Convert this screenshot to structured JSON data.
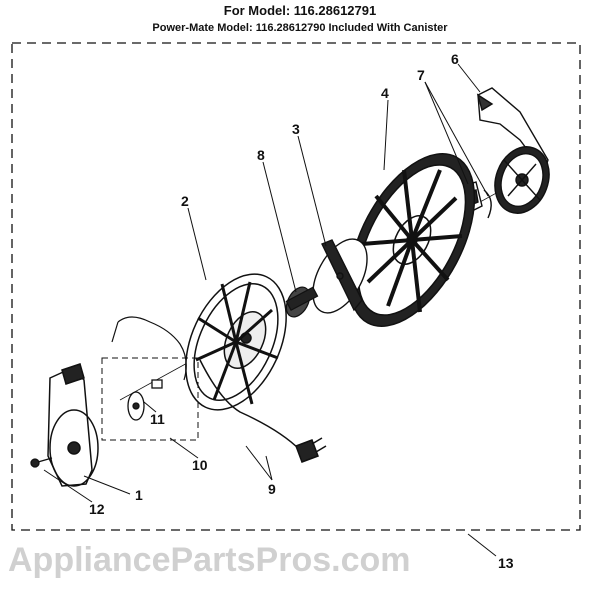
{
  "header": {
    "model_line": "For Model: 116.28612791",
    "powermate_line": "Power-Mate Model: 116.28612790 Included With Canister"
  },
  "watermark": "AppliancePartsPros.com",
  "callouts": [
    "1",
    "2",
    "3",
    "4",
    "6",
    "7",
    "8",
    "9",
    "10",
    "11",
    "12",
    "13"
  ]
}
